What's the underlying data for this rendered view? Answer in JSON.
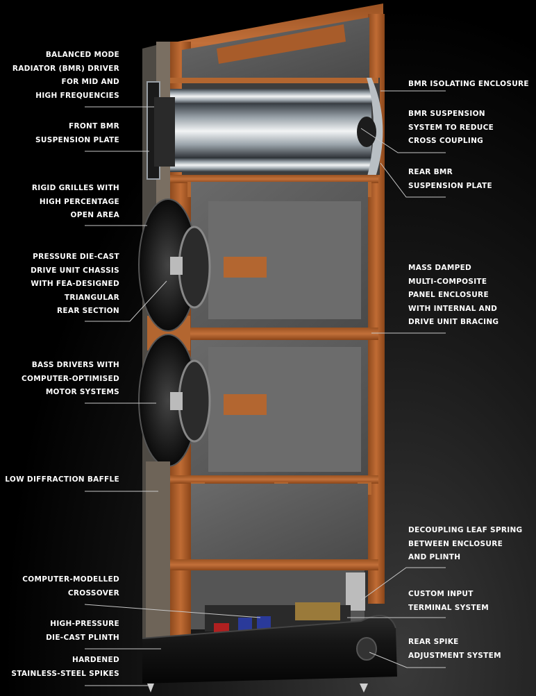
{
  "labels": {
    "bmr_driver": "BALANCED MODE\nRADIATOR (BMR) DRIVER\nFOR MID AND\nHIGH FREQUENCIES",
    "front_bmr_plate": "FRONT BMR\nSUSPENSION PLATE",
    "rigid_grilles": "RIGID GRILLES WITH\nHIGH PERCENTAGE\nOPEN AREA",
    "die_cast_chassis": "PRESSURE DIE-CAST\nDRIVE UNIT CHASSIS\nWITH FEA-DESIGNED\nTRIANGULAR\nREAR SECTION",
    "bass_drivers": "BASS DRIVERS WITH\nCOMPUTER-OPTIMISED\nMOTOR SYSTEMS",
    "low_diffraction": "LOW DIFFRACTION BAFFLE",
    "crossover": "COMPUTER-MODELLED\nCROSSOVER",
    "plinth": "HIGH-PRESSURE\nDIE-CAST PLINTH",
    "spikes": "HARDENED\nSTAINLESS-STEEL SPIKES",
    "bmr_isolating": "BMR ISOLATING ENCLOSURE",
    "bmr_suspension": "BMR SUSPENSION\nSYSTEM TO REDUCE\nCROSS COUPLING",
    "rear_bmr_plate": "REAR BMR\nSUSPENSION PLATE",
    "mass_damped": "MASS DAMPED\nMULTI-COMPOSITE\nPANEL ENCLOSURE\nWITH INTERNAL AND\nDRIVE UNIT BRACING",
    "leaf_spring": "DECOUPLING LEAF SPRING\nBETWEEN ENCLOSURE\nAND PLINTH",
    "input_terminal": "CUSTOM INPUT\nTERMINAL SYSTEM",
    "rear_spike": "REAR SPIKE\nADJUSTMENT SYSTEM"
  },
  "colors": {
    "wood": "#b0622e",
    "wood_dark": "#7a3f18",
    "panel": "#5f5f5f",
    "panel_light": "#7a7a7a",
    "leader": "#c8c8c8",
    "metal": "#cfd4d8",
    "driver": "#222222"
  }
}
